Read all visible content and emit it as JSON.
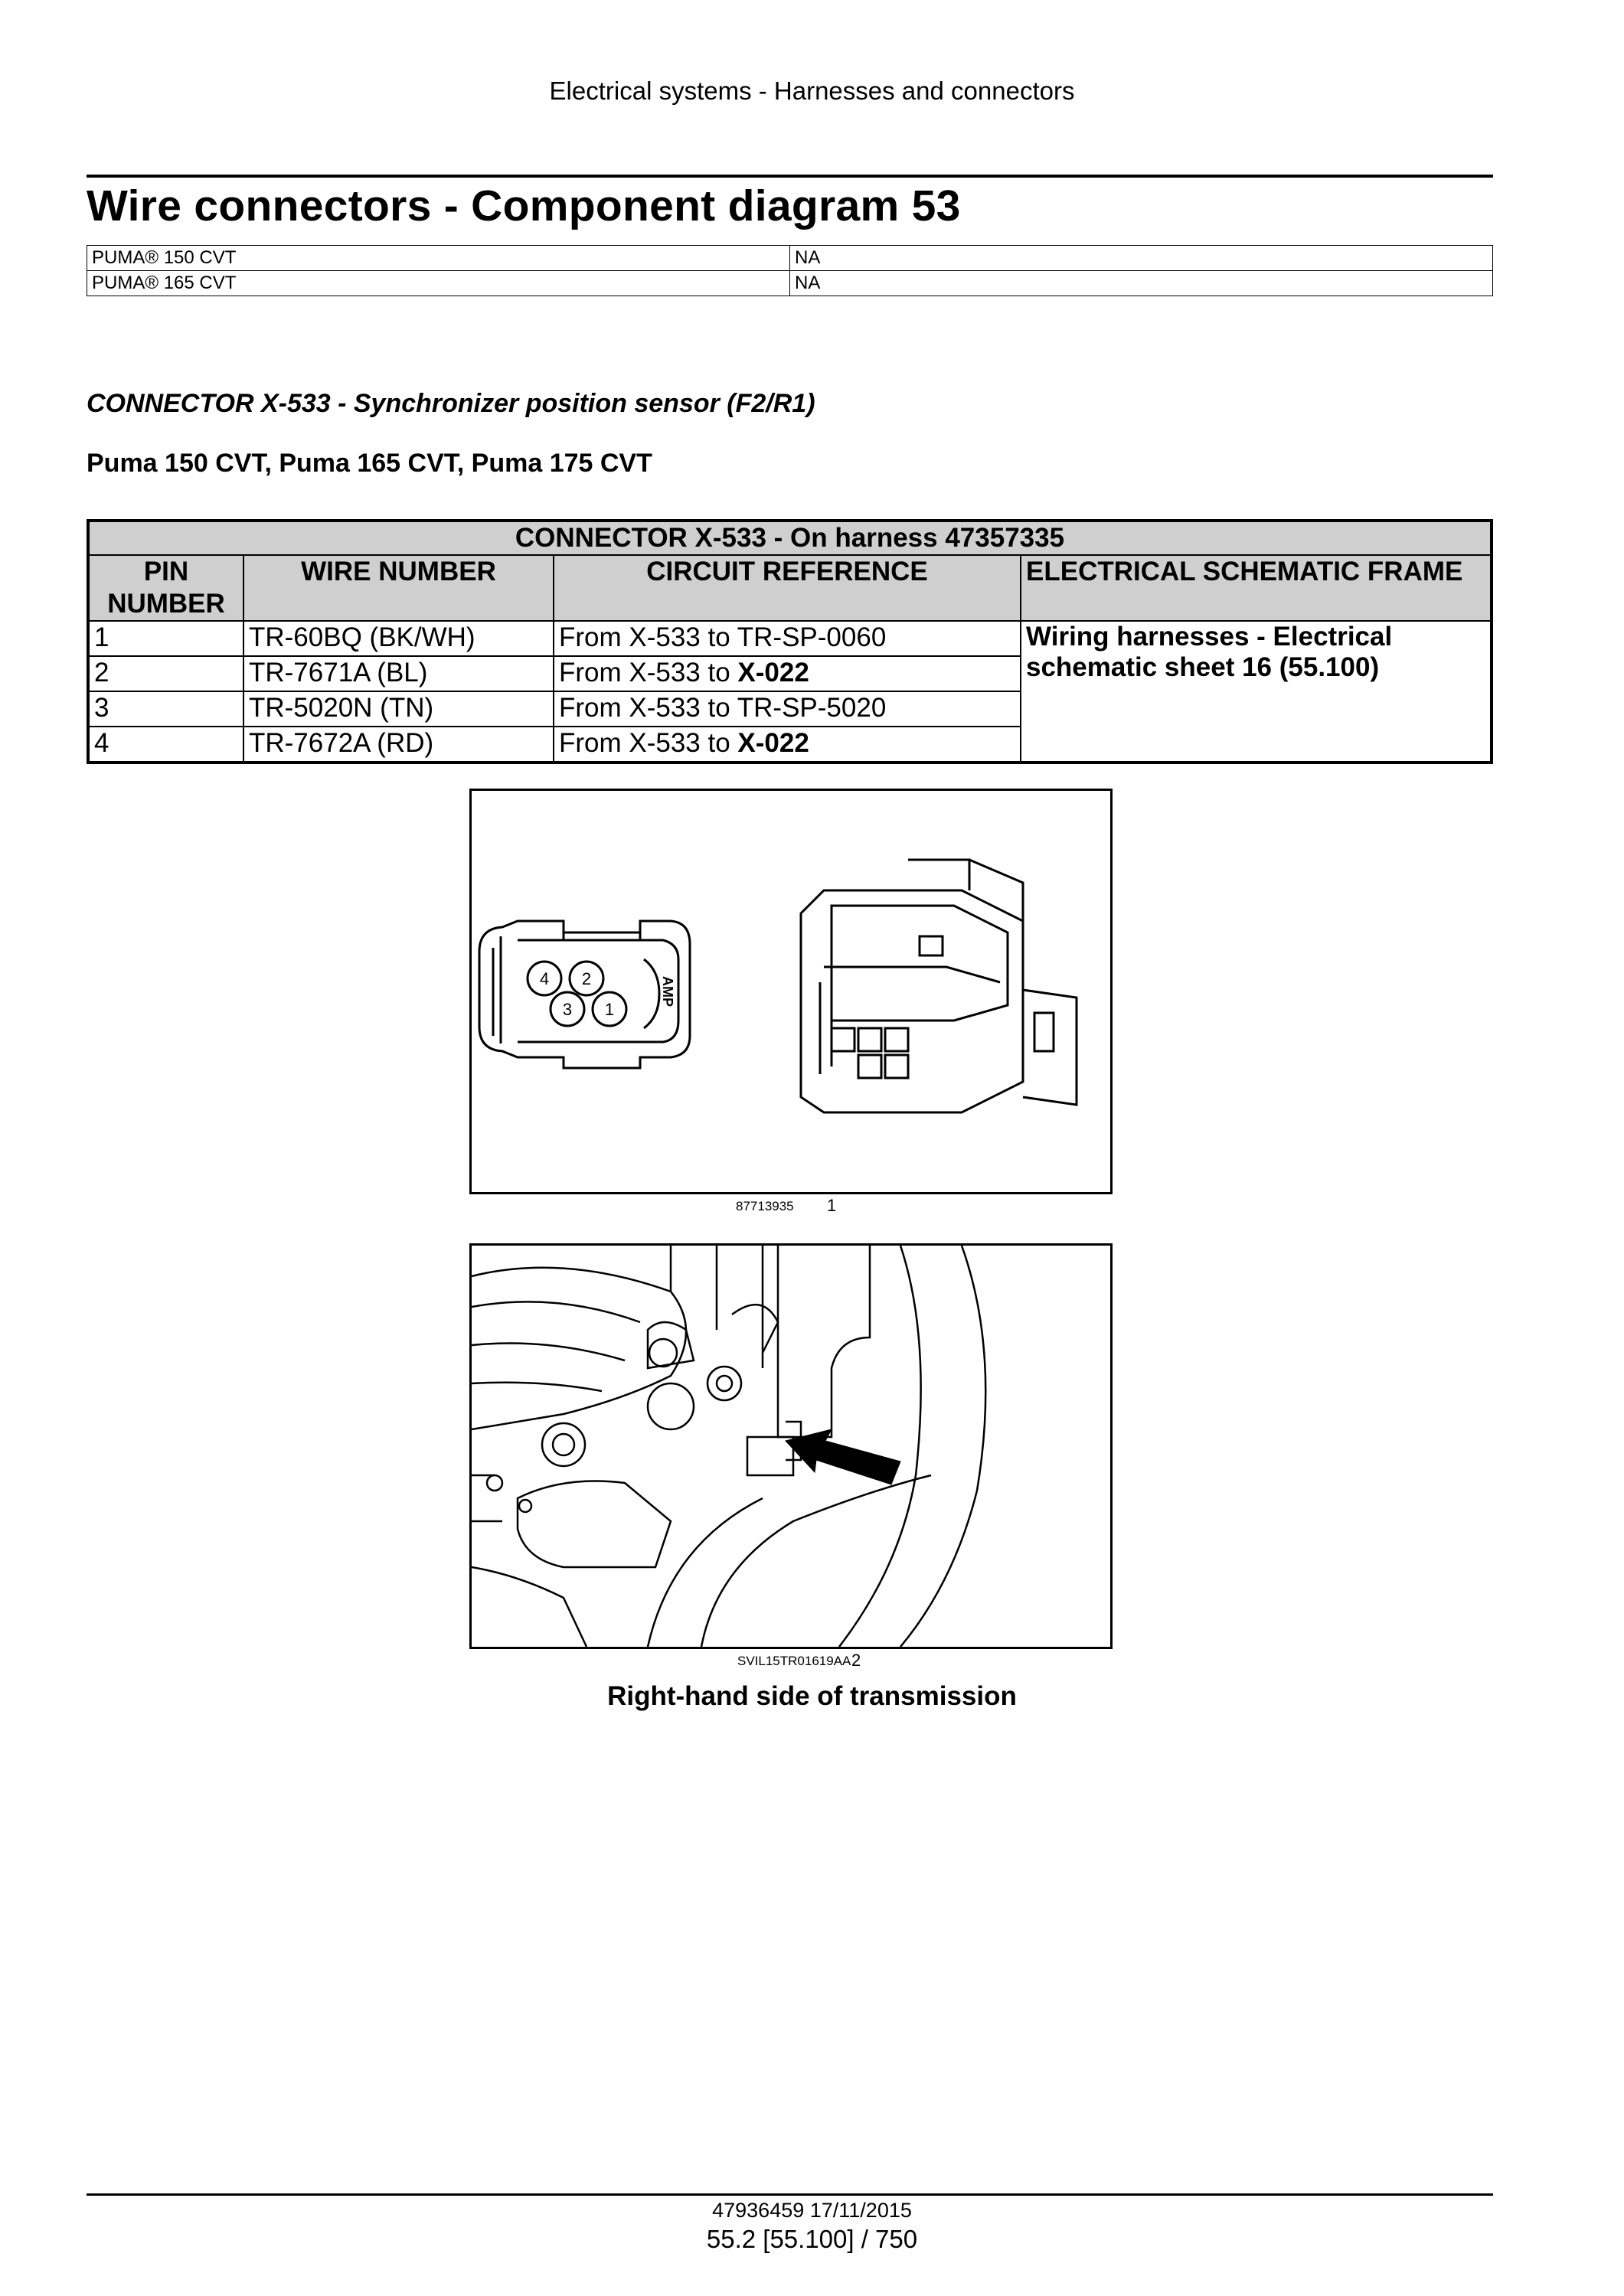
{
  "header": {
    "running_title": "Electrical systems - Harnesses and connectors"
  },
  "title": "Wire connectors - Component diagram 53",
  "models": [
    {
      "model": "PUMA® 150 CVT",
      "value": "NA"
    },
    {
      "model": "PUMA® 165 CVT",
      "value": "NA"
    }
  ],
  "connector": {
    "heading": "CONNECTOR X-533 - Synchronizer position sensor (F2/R1)",
    "applies_to": "Puma 150 CVT, Puma 165 CVT, Puma 175 CVT",
    "table": {
      "caption": "CONNECTOR X-533 - On harness 47357335",
      "columns": [
        "PIN NUMBER",
        "WIRE NUMBER",
        "CIRCUIT REFERENCE",
        "ELECTRICAL SCHEMATIC FRAME"
      ],
      "rows": [
        {
          "pin": "1",
          "wire": "TR-60BQ (BK/WH)",
          "ref_prefix": "From X-533 to ",
          "ref_target": "TR-SP-0060",
          "target_bold": false
        },
        {
          "pin": "2",
          "wire": "TR-7671A (BL)",
          "ref_prefix": "From X-533 to ",
          "ref_target": "X-022",
          "target_bold": true
        },
        {
          "pin": "3",
          "wire": "TR-5020N (TN)",
          "ref_prefix": "From X-533 to ",
          "ref_target": "TR-SP-5020",
          "target_bold": false
        },
        {
          "pin": "4",
          "wire": "TR-7672A (RD)",
          "ref_prefix": "From X-533 to ",
          "ref_target": "X-022",
          "target_bold": true
        }
      ],
      "schematic_frame": "Wiring harnesses - Electrical schematic sheet 16 (55.100)"
    }
  },
  "figures": [
    {
      "ref": "87713935",
      "number": "1",
      "pin_labels": [
        "4",
        "2",
        "3",
        "1"
      ],
      "brand_mark": "AMP"
    },
    {
      "ref": "SVIL15TR01619AA",
      "number": "2",
      "caption": "Right-hand side of transmission"
    }
  ],
  "footer": {
    "doc_ref": "47936459 17/11/2015",
    "page": "55.2 [55.100] / 750"
  },
  "colors": {
    "table_header_bg": "#cfcfcf",
    "rule": "#000000"
  }
}
